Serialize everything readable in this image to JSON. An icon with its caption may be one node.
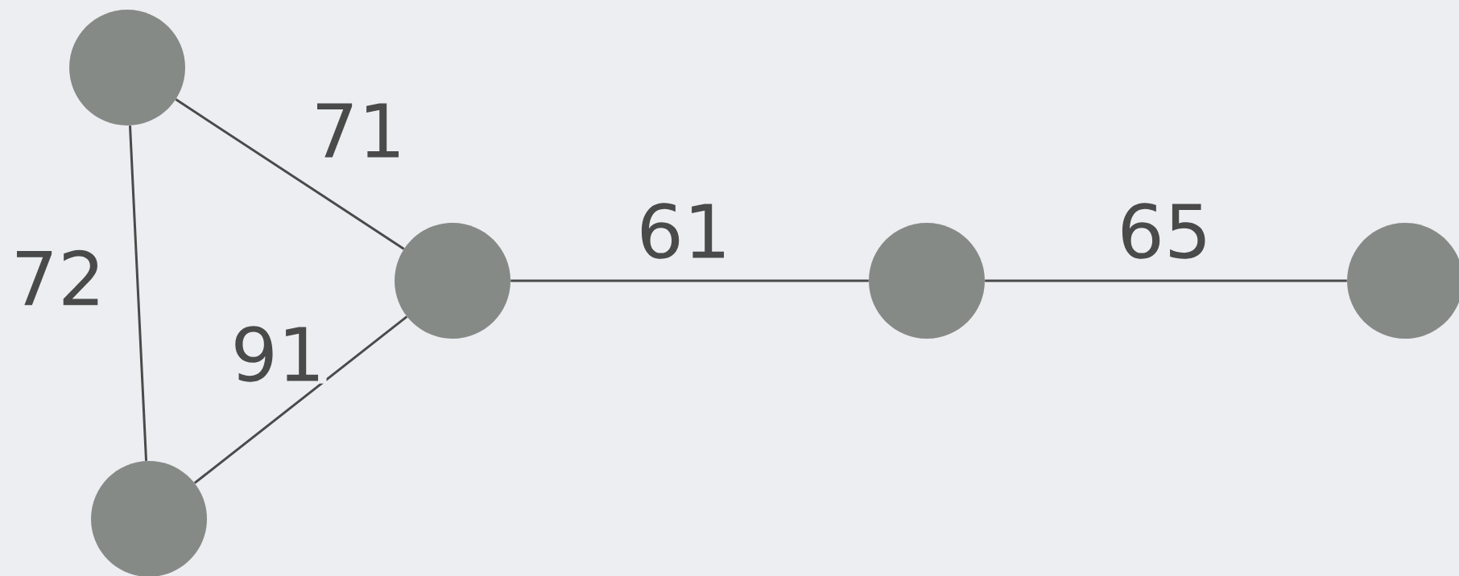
{
  "diagram": {
    "nodes": [
      {
        "text": [],
        "shape": "circle"
      },
      {
        "text": [],
        "shape": "circle"
      },
      {
        "text": [],
        "shape": "circle"
      },
      {
        "text": [],
        "shape": "circle"
      },
      {
        "text": [],
        "shape": "circle"
      }
    ],
    "edges": [
      {
        "from": 0,
        "to": 2,
        "arrow": "none",
        "label": "71"
      },
      {
        "from": 0,
        "to": 1,
        "arrow": "none",
        "label": "72"
      },
      {
        "from": 1,
        "to": 2,
        "arrow": "none",
        "label": "91"
      },
      {
        "from": 2,
        "to": 3,
        "arrow": "none",
        "label": "61"
      },
      {
        "from": 3,
        "to": 4,
        "arrow": "none",
        "label": "65"
      }
    ]
  }
}
